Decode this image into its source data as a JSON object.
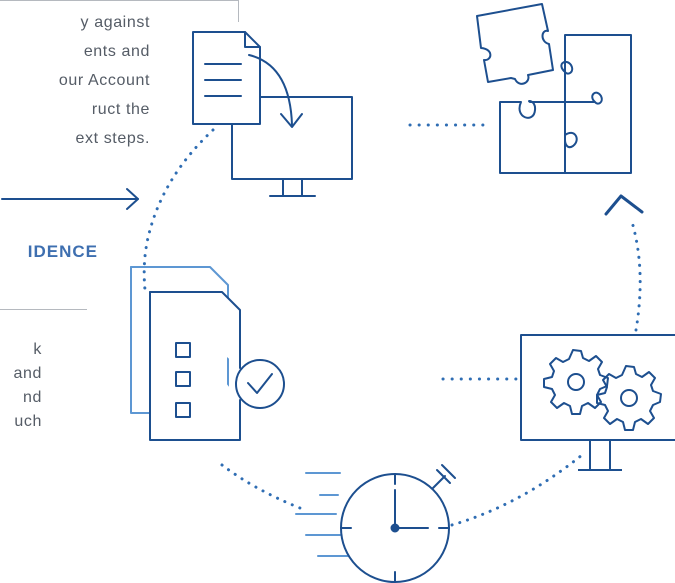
{
  "colors": {
    "dark_blue": "#1d4f8f",
    "mid_blue": "#2f6db3",
    "light_blue": "#5d97d3",
    "text_gray": "#555c66",
    "heading_blue": "#3e6fb0",
    "rule_gray": "#b5b9bf"
  },
  "top_text": {
    "lines": [
      "y against",
      "ents and",
      "our Account",
      "ruct the",
      "ext steps."
    ]
  },
  "confidence_section": {
    "heading": "IDENCE",
    "lines": [
      "k",
      "and",
      "nd",
      "uch"
    ]
  },
  "icons": {
    "document_to_monitor": "document-to-monitor-icon",
    "puzzle": "puzzle-icon",
    "checklist": "checklist-icon",
    "gear_monitor": "gear-monitor-icon",
    "stopwatch": "stopwatch-icon"
  }
}
